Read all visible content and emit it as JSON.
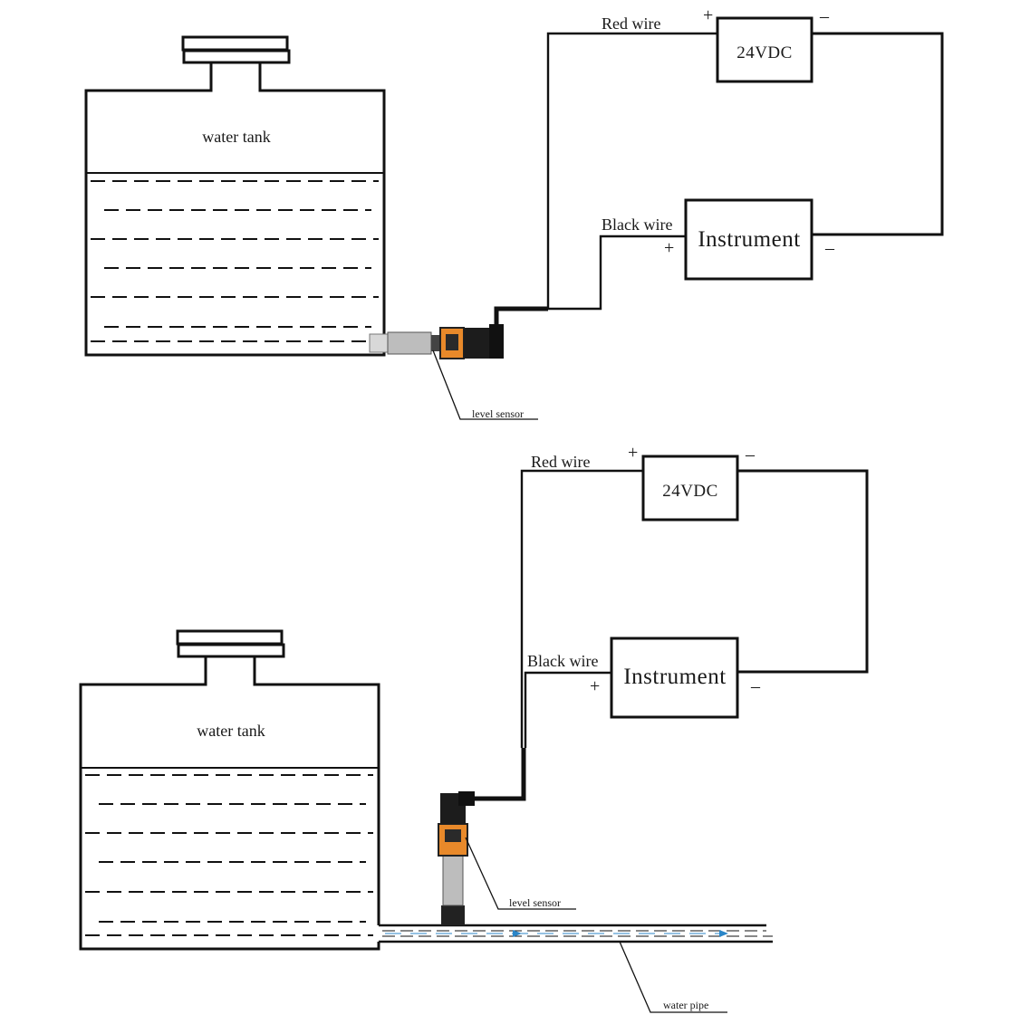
{
  "diagram_top": {
    "tank_label": "water tank",
    "power_label": "24VDC",
    "instrument_label": "Instrument",
    "red_wire_label": "Red wire",
    "black_wire_label": "Black wire",
    "sensor_label": "level sensor",
    "plus_sign": "+",
    "minus_sign": "–"
  },
  "diagram_bottom": {
    "tank_label": "water tank",
    "power_label": "24VDC",
    "instrument_label": "Instrument",
    "red_wire_label": "Red wire",
    "black_wire_label": "Black wire",
    "sensor_label": "level sensor",
    "pipe_label": "water pipe",
    "plus_sign": "+",
    "minus_sign": "–"
  },
  "colors": {
    "line": "#111111",
    "sensor_accent": "#e8892a",
    "flow_arrow": "#2b86c8"
  }
}
